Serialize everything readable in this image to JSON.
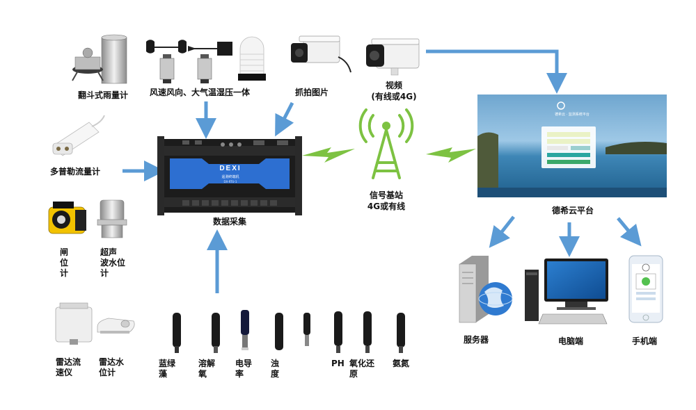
{
  "sensors_top": {
    "rain_gauge": "翻斗式雨量计",
    "wind_weather": "风速风向、大气温湿压一体",
    "capture": "抓拍图片",
    "video_line1": "视频",
    "video_line2": "(有线或4G)"
  },
  "sensors_left": {
    "doppler": "多普勒流量计",
    "gate_meter": "闸\n位\n计",
    "ultrasonic": "超声\n波水位\n计",
    "radar_flow": "雷达流\n速仪",
    "radar_level": "雷达水\n位计"
  },
  "sensors_bottom": {
    "algae": "蓝绿\n藻",
    "dissolved_oxygen": "溶解\n氧",
    "conductivity": "电导\n率",
    "turbidity": "浊\n度",
    "ph": "PH",
    "orp": "氧化还\n原",
    "ammonia": "氨氮"
  },
  "center": {
    "collector_label": "数据采集",
    "device_brand": "DEXI",
    "device_model": "遥测终端机",
    "device_sub": "DX-RTU-1",
    "base_station_line1": "信号基站",
    "base_station_line2": "4G或有线"
  },
  "cloud": {
    "platform_label": "德希云平台",
    "login_title": "德希云 · 监测系统平台"
  },
  "clients": {
    "server": "服务器",
    "pc": "电脑端",
    "mobile": "手机端"
  },
  "colors": {
    "arrow": "#5b9bd5",
    "signal": "#7dc242",
    "device_blue": "#2d6fd1"
  }
}
